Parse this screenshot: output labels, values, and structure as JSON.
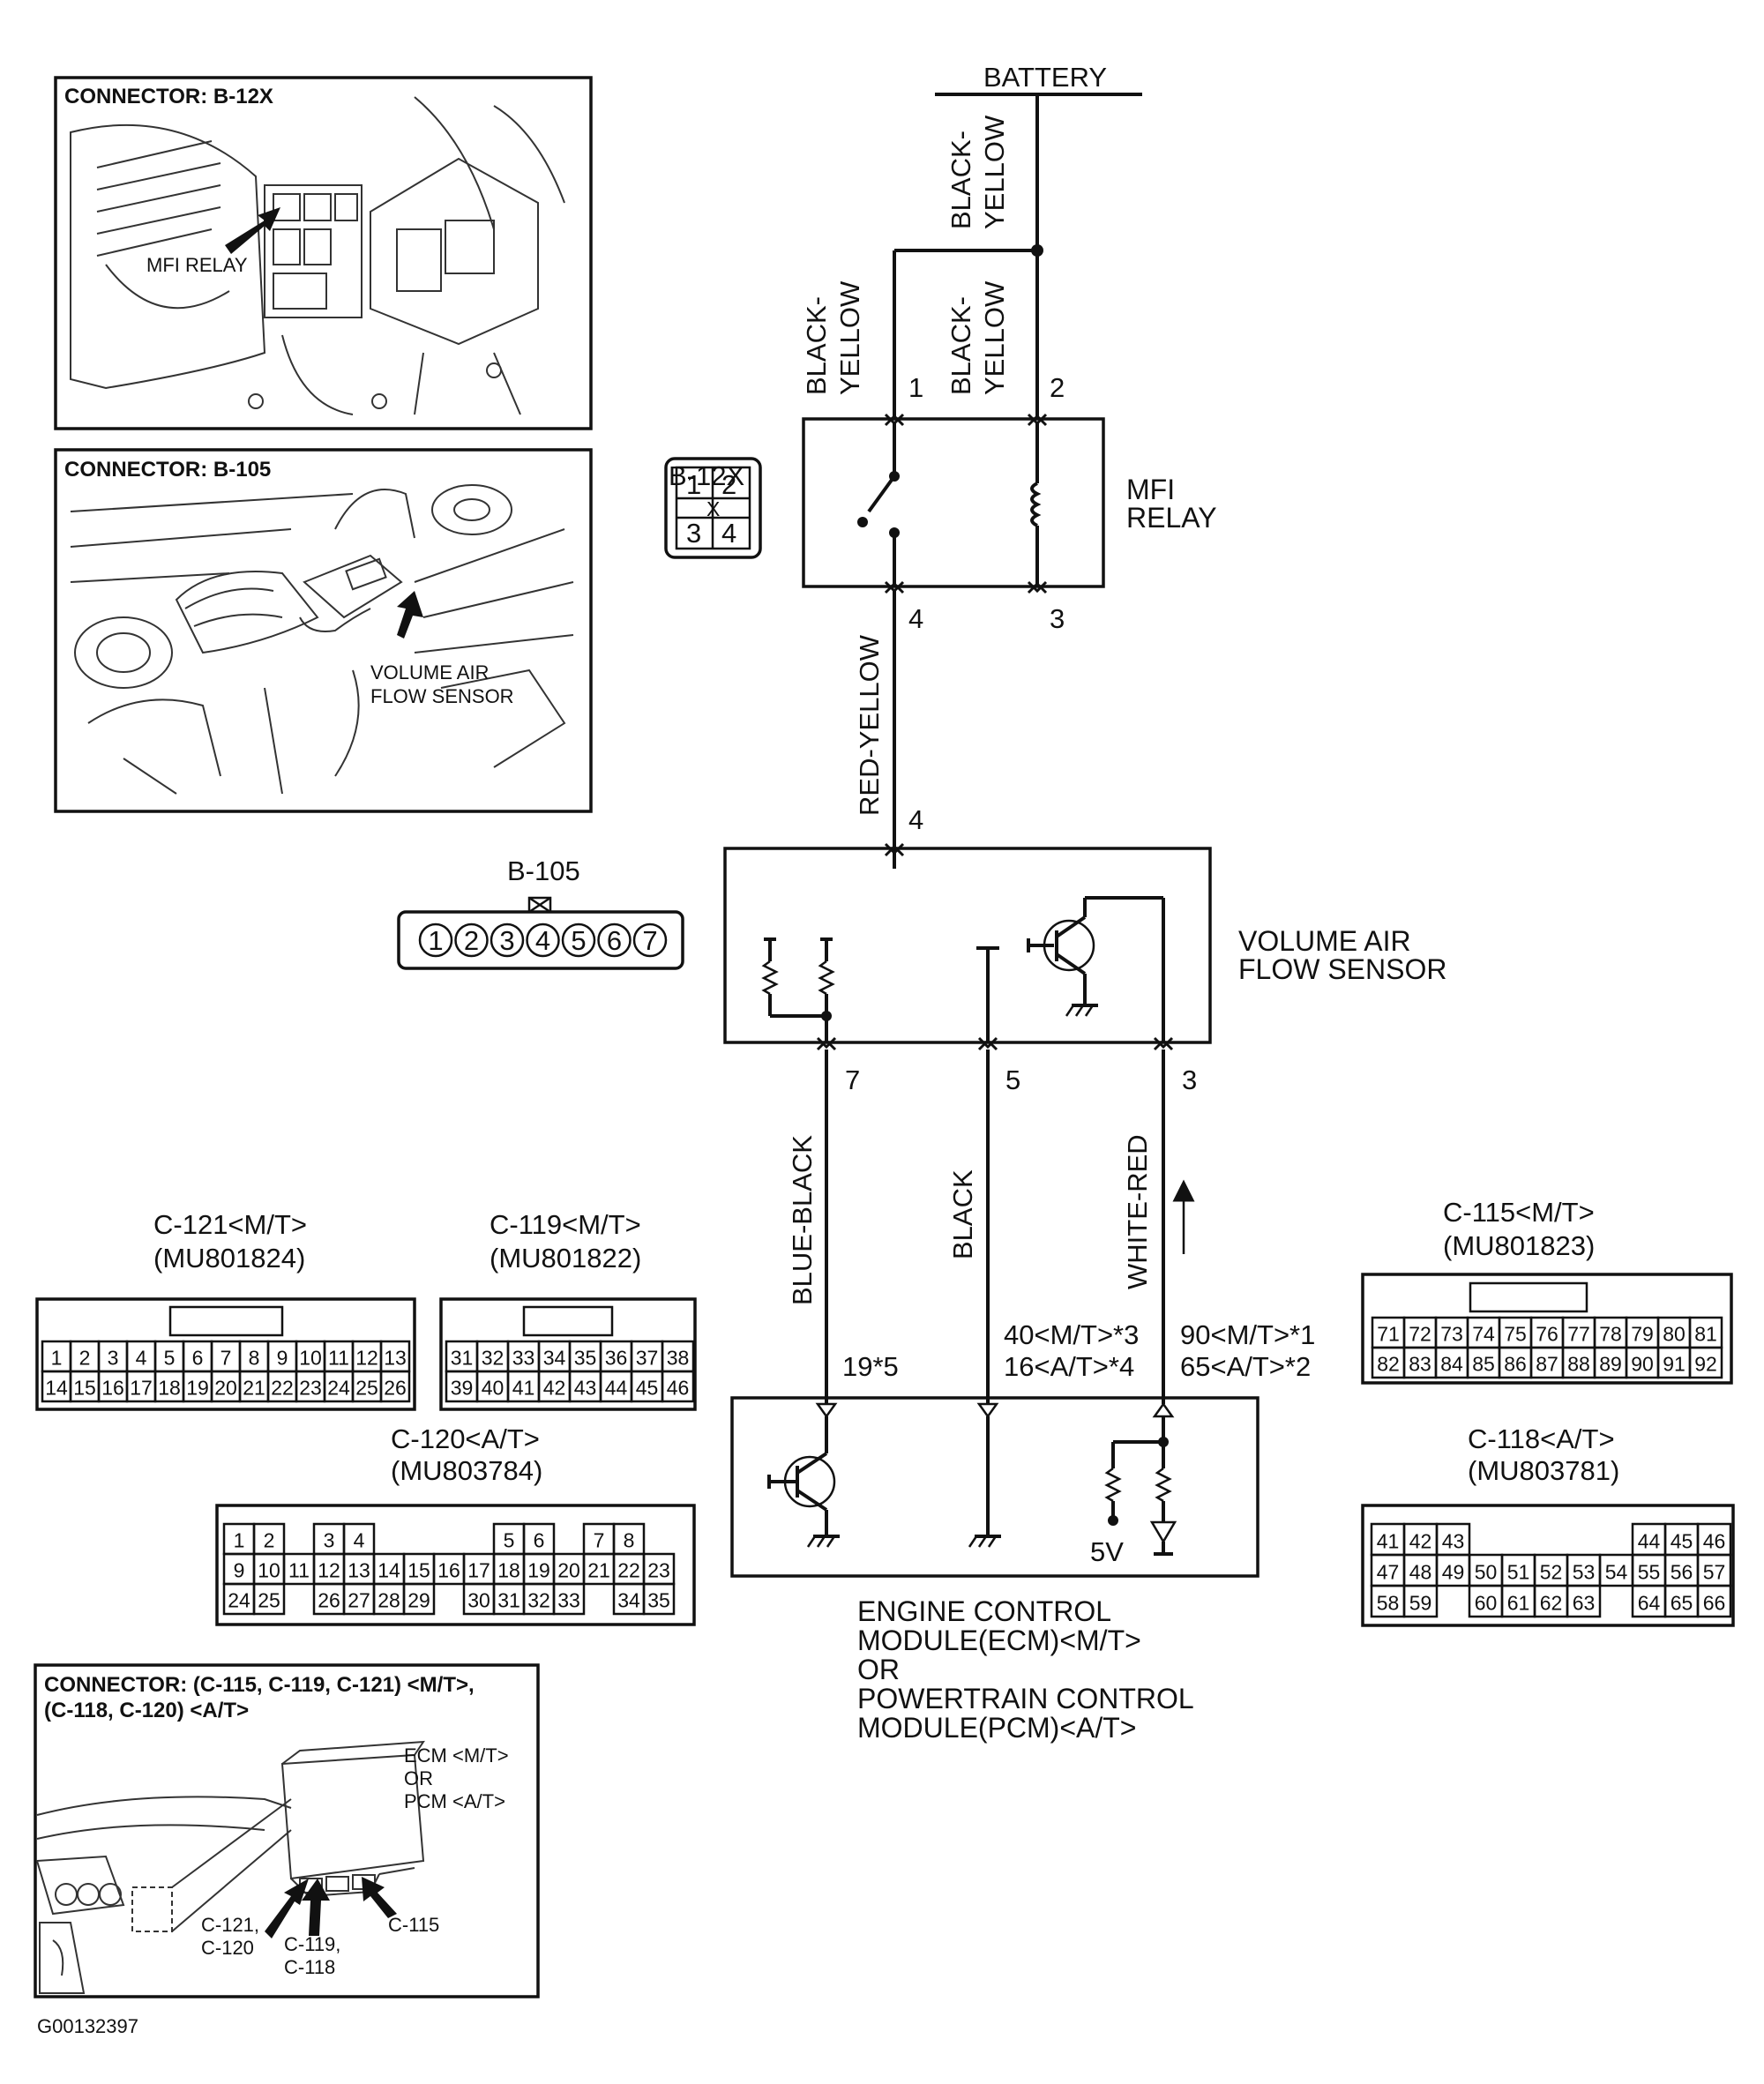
{
  "diagram": {
    "battery_label": "BATTERY",
    "wire_colors": {
      "battery_feed": "BLACK-\nYELLOW",
      "relay_pin1": "BLACK-\nYELLOW",
      "relay_pin2": "BLACK-\nYELLOW",
      "relay_out": "RED-YELLOW",
      "sensor_pin7": "BLUE-BLACK",
      "sensor_pin5": "BLACK",
      "sensor_pin3": "WHITE-RED"
    },
    "relay": {
      "name": "MFI\nRELAY",
      "pins": [
        "1",
        "2",
        "4",
        "3"
      ]
    },
    "sensor": {
      "name": "VOLUME AIR\nFLOW SENSOR",
      "input_pin": "4",
      "pins": [
        "7",
        "5",
        "3"
      ]
    },
    "ecm": {
      "name": "ENGINE CONTROL\nMODULE(ECM)<M/T>\nOR\nPOWERTRAIN CONTROL\nMODULE(PCM)<A/T>",
      "pin_blue_black": "19*5",
      "pin_black": "40<M/T>*3\n16<A/T>*4",
      "pin_white_red": "90<M/T>*1\n65<A/T>*2",
      "voltage": "5V"
    }
  },
  "connectors": {
    "b12x": {
      "label": "B-12X",
      "pins": [
        "1",
        "2",
        "3",
        "4"
      ],
      "mark": "X"
    },
    "b105": {
      "label": "B-105",
      "pins": [
        "1",
        "2",
        "3",
        "4",
        "5",
        "6",
        "7"
      ]
    },
    "c121": {
      "label": "C-121<M/T>\n(MU801824)",
      "row1": [
        "1",
        "2",
        "3",
        "4",
        "5",
        "6",
        "7",
        "8",
        "9",
        "10",
        "11",
        "12",
        "13"
      ],
      "row2": [
        "14",
        "15",
        "16",
        "17",
        "18",
        "19",
        "20",
        "21",
        "22",
        "23",
        "24",
        "25",
        "26"
      ]
    },
    "c119": {
      "label": "C-119<M/T>\n(MU801822)",
      "row1": [
        "31",
        "32",
        "33",
        "34",
        "35",
        "36",
        "37",
        "38"
      ],
      "row2": [
        "39",
        "40",
        "41",
        "42",
        "43",
        "44",
        "45",
        "46"
      ]
    },
    "c115": {
      "label": "C-115<M/T>\n(MU801823)",
      "row1": [
        "71",
        "72",
        "73",
        "74",
        "75",
        "76",
        "77",
        "78",
        "79",
        "80",
        "81"
      ],
      "row2": [
        "82",
        "83",
        "84",
        "85",
        "86",
        "87",
        "88",
        "89",
        "90",
        "91",
        "92"
      ]
    },
    "c120": {
      "label": "C-120<A/T>\n(MU803784)",
      "row1": [
        "1",
        "2",
        "",
        "3",
        "4",
        "",
        "",
        "",
        "",
        "5",
        "6",
        "",
        "7",
        "8"
      ],
      "row2": [
        "9",
        "10",
        "11",
        "12",
        "13",
        "14",
        "15",
        "16",
        "17",
        "18",
        "19",
        "20",
        "21",
        "22",
        "23"
      ],
      "row3": [
        "24",
        "25",
        "",
        "26",
        "27",
        "28",
        "29",
        "",
        "30",
        "31",
        "32",
        "33",
        "",
        "34",
        "35"
      ]
    },
    "c118": {
      "label": "C-118<A/T>\n(MU803781)",
      "row1": [
        "41",
        "42",
        "43",
        "",
        "",
        "",
        "",
        "",
        "44",
        "45",
        "46"
      ],
      "row2": [
        "47",
        "48",
        "49",
        "50",
        "51",
        "52",
        "53",
        "54",
        "55",
        "56",
        "57"
      ],
      "row3": [
        "58",
        "59",
        "",
        "60",
        "61",
        "62",
        "63",
        "",
        "64",
        "65",
        "66"
      ]
    }
  },
  "photos": {
    "b12x": {
      "title": "CONNECTOR: B-12X",
      "callout": "MFI RELAY"
    },
    "b105": {
      "title": "CONNECTOR: B-105",
      "callout": "VOLUME AIR\nFLOW SENSOR"
    },
    "ecm": {
      "title": "CONNECTOR: (C-115, C-119, C-121) <M/T>,\n(C-118, C-120) <A/T>",
      "callout_ecm": "ECM <M/T>\nOR\nPCM <A/T>",
      "callout_c121": "C-121,\nC-120",
      "callout_c119": "C-119,\nC-118",
      "callout_c115": "C-115"
    }
  },
  "figure_id": "G00132397"
}
